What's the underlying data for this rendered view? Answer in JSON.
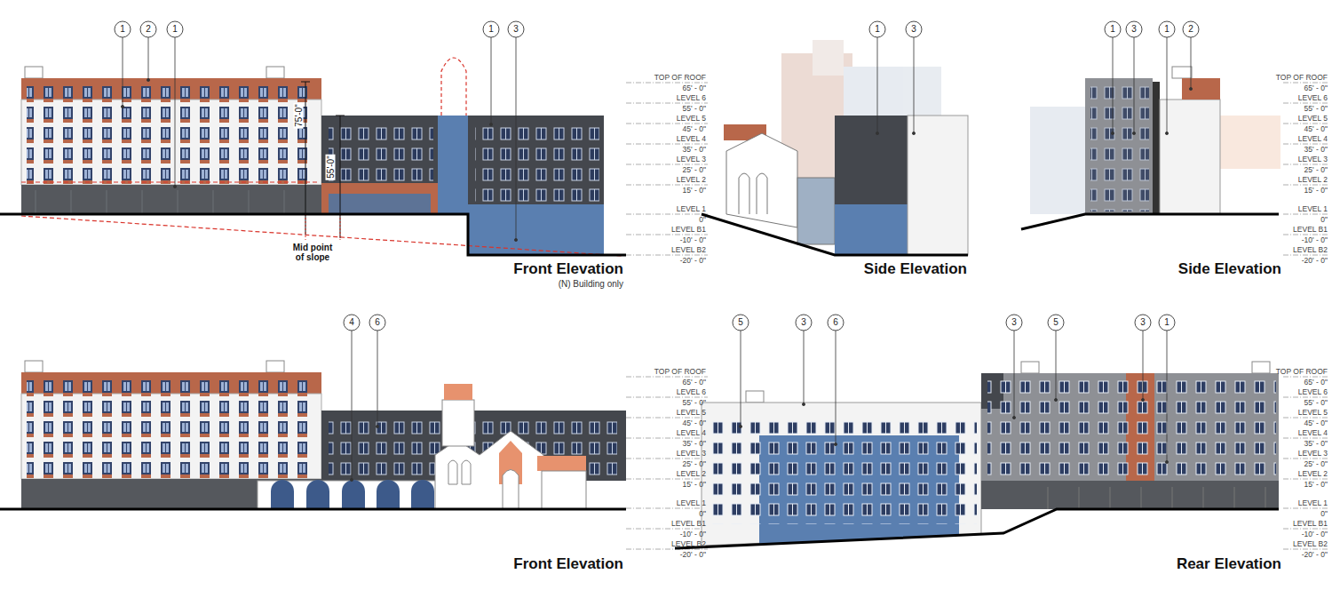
{
  "diagram": {
    "labels": [
      "1",
      "2",
      "1",
      "1",
      "3",
      "75'-0\"",
      "55'-0\"",
      "Mid point of slope",
      "TOP OF ROOF",
      "65' - 0\"",
      "LEVEL 6",
      "55' - 0\"",
      "LEVEL 5",
      "45' - 0\"",
      "LEVEL 4",
      "35' - 0\"",
      "LEVEL 3",
      "25' - 0\"",
      "LEVEL 2",
      "15' - 0\"",
      "LEVEL 1",
      "0\"",
      "LEVEL B1",
      "-10' - 0\"",
      "LEVEL B2",
      "-20' - 0\"",
      "Front Elevation",
      "(N) Building only",
      "1",
      "3",
      "Side Elevation",
      "1",
      "3",
      "1",
      "2",
      "TOP OF ROOF",
      "65' - 0\"",
      "LEVEL 6",
      "55' - 0\"",
      "LEVEL 5",
      "45' - 0\"",
      "LEVEL 4",
      "35' - 0\"",
      "LEVEL 3",
      "25' - 0\"",
      "LEVEL 2",
      "15' - 0\"",
      "LEVEL 1",
      "0\"",
      "LEVEL B1",
      "-10' - 0\"",
      "LEVEL B2",
      "-20' - 0\"",
      "Side Elevation",
      "4",
      "6",
      "TOP OF ROOF",
      "65' - 0\"",
      "LEVEL 6",
      "55' - 0\"",
      "LEVEL 5",
      "45' - 0\"",
      "LEVEL 4",
      "35' - 0\"",
      "LEVEL 3",
      "25' - 0\"",
      "LEVEL 2",
      "15' - 0\"",
      "LEVEL 1",
      "0\"",
      "LEVEL B1",
      "-10' - 0\"",
      "LEVEL B2",
      "-20' - 0\"",
      "Front Elevation",
      "5",
      "3",
      "6",
      "3",
      "5",
      "3",
      "1",
      "TOP OF ROOF",
      "65' - 0\"",
      "LEVEL 6",
      "55' - 0\"",
      "LEVEL 5",
      "45' - 0\"",
      "LEVEL 4",
      "35' - 0\"",
      "LEVEL 3",
      "25' - 0\"",
      "LEVEL 2",
      "15' - 0\"",
      "LEVEL 1",
      "0\"",
      "LEVEL B1",
      "-10' - 0\"",
      "LEVEL B2",
      "-20' - 0\"",
      "Rear Elevation"
    ]
  }
}
